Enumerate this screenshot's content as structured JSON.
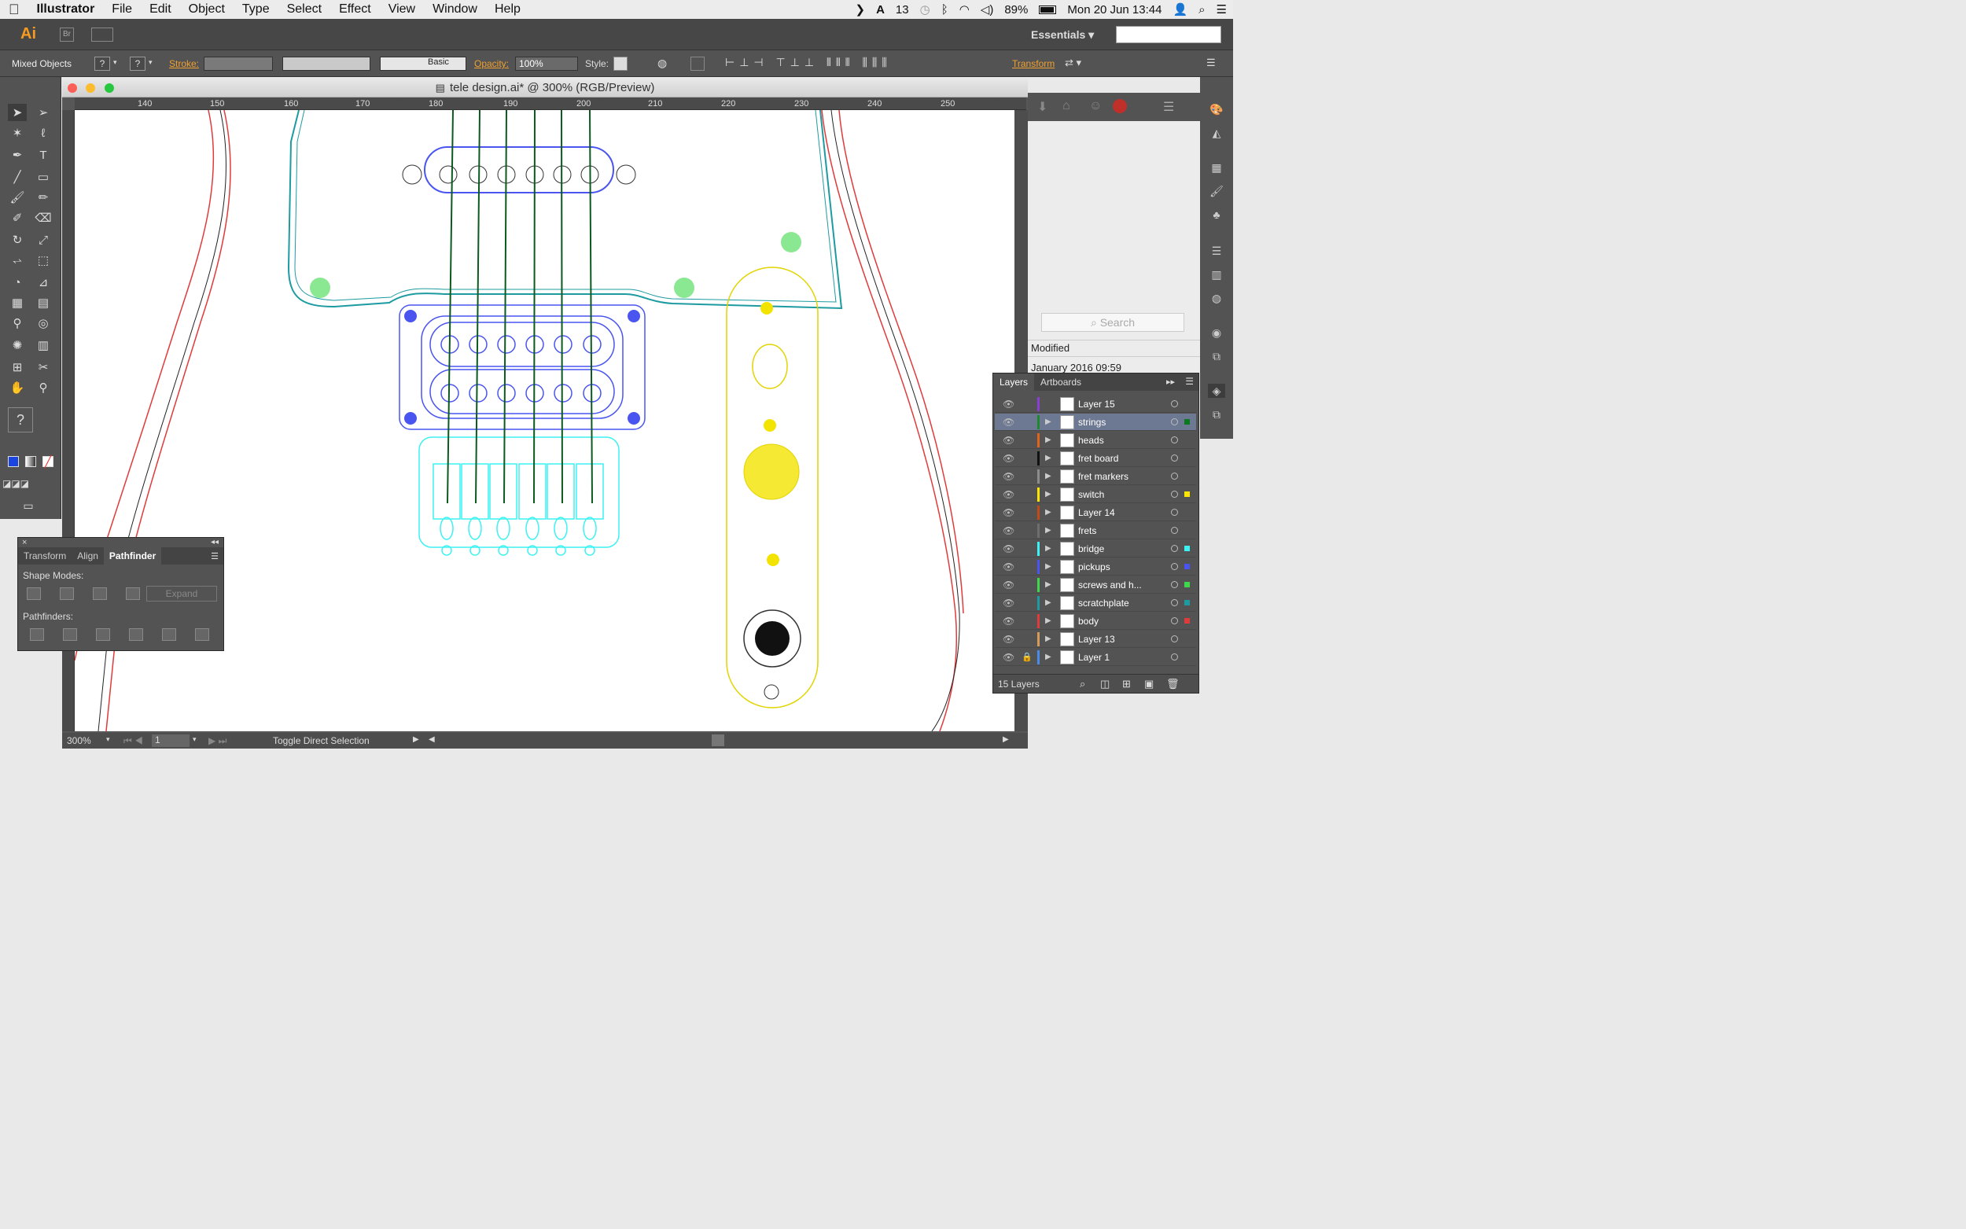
{
  "menubar": {
    "apple": "",
    "app": "Illustrator",
    "items": [
      "File",
      "Edit",
      "Object",
      "Type",
      "Select",
      "Effect",
      "View",
      "Window",
      "Help"
    ],
    "adobe_count": "13",
    "battery": "89%",
    "clock": "Mon 20 Jun  13:44"
  },
  "appbar": {
    "logo": "Ai",
    "bridge": "Br",
    "workspace": "Essentials"
  },
  "control": {
    "selection": "Mixed Objects",
    "q": "?",
    "stroke_label": "Stroke:",
    "brush": "Basic",
    "opacity_label": "Opacity:",
    "opacity_value": "100%",
    "style_label": "Style:",
    "transform": "Transform"
  },
  "document": {
    "title": "tele design.ai* @ 300% (RGB/Preview)",
    "ruler": [
      "140",
      "150",
      "160",
      "170",
      "180",
      "190",
      "200",
      "210",
      "220",
      "230",
      "240",
      "250"
    ],
    "zoom": "300%",
    "artboard": "1",
    "status": "Toggle Direct Selection"
  },
  "behind_window": {
    "search_placeholder": "Search",
    "modified": "Modified",
    "date": "January 2016 09:59"
  },
  "layers_panel": {
    "tabs": [
      "Layers",
      "Artboards"
    ],
    "rows": [
      {
        "name": "Layer 15",
        "color": "#8a3fd0",
        "expand": false,
        "lock": false,
        "sq": ""
      },
      {
        "name": "strings",
        "color": "#1e8a2e",
        "expand": true,
        "lock": false,
        "sq": "#0b7a1f",
        "sel": true
      },
      {
        "name": "heads",
        "color": "#e2631e",
        "expand": true,
        "lock": false,
        "sq": ""
      },
      {
        "name": "fret board",
        "color": "#111111",
        "expand": true,
        "lock": false,
        "sq": ""
      },
      {
        "name": "fret markers",
        "color": "#8c8c8c",
        "expand": true,
        "lock": false,
        "sq": ""
      },
      {
        "name": "switch",
        "color": "#ffe600",
        "expand": true,
        "lock": false,
        "sq": "#ffe600"
      },
      {
        "name": "Layer 14",
        "color": "#c24a15",
        "expand": true,
        "lock": false,
        "sq": ""
      },
      {
        "name": "frets",
        "color": "#6e6e6e",
        "expand": true,
        "lock": false,
        "sq": ""
      },
      {
        "name": "bridge",
        "color": "#3df2f2",
        "expand": true,
        "lock": false,
        "sq": "#3df2f2"
      },
      {
        "name": "pickups",
        "color": "#4a55f0",
        "expand": true,
        "lock": false,
        "sq": "#4a55f0"
      },
      {
        "name": "screws and h...",
        "color": "#3dd94a",
        "expand": true,
        "lock": false,
        "sq": "#3dd94a"
      },
      {
        "name": "scratchplate",
        "color": "#1d9ba0",
        "expand": true,
        "lock": false,
        "sq": "#1d9ba0"
      },
      {
        "name": "body",
        "color": "#e03b3b",
        "expand": true,
        "lock": false,
        "sq": "#e03b3b"
      },
      {
        "name": "Layer 13",
        "color": "#d49b5a",
        "expand": true,
        "lock": false,
        "sq": ""
      },
      {
        "name": "Layer 1",
        "color": "#4a8ae8",
        "expand": true,
        "lock": true,
        "sq": ""
      }
    ],
    "count": "15 Layers"
  },
  "pathfinder_panel": {
    "tabs": [
      "Transform",
      "Align",
      "Pathfinder"
    ],
    "shape_modes": "Shape Modes:",
    "expand": "Expand",
    "pathfinders": "Pathfinders:"
  },
  "tools_panel": {
    "help": "?"
  },
  "colors": {
    "body": "#e03b3b",
    "scratchplate": "#1d9ba0",
    "pickups": "#4a55f0",
    "bridge": "#3df2f2",
    "switch": "#f2e400",
    "screws": "#3dd94a",
    "strings": "#0b5a1f"
  }
}
